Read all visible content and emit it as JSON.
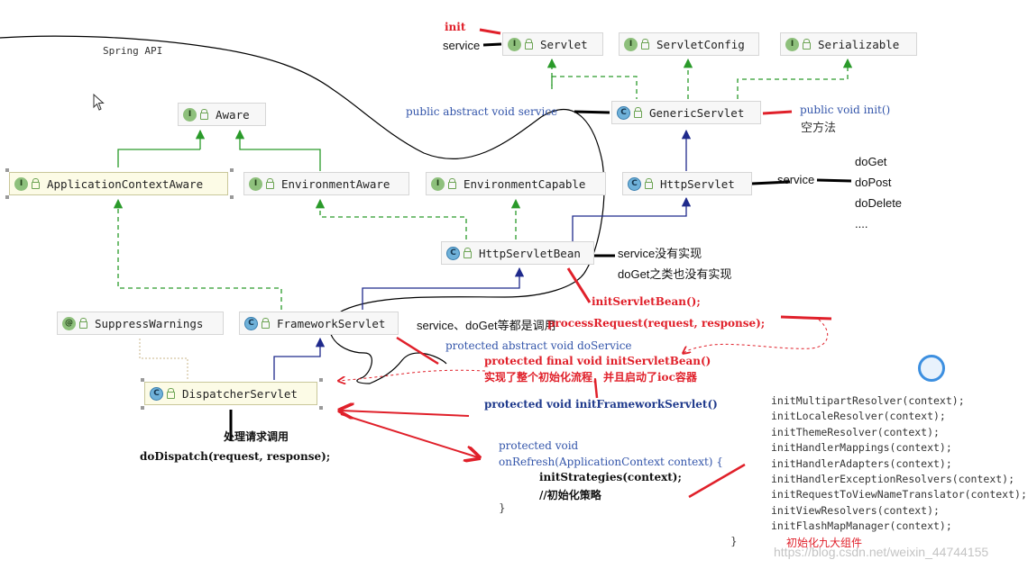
{
  "nodes": {
    "servlet": {
      "label": "Servlet",
      "kind": "I"
    },
    "servletconfig": {
      "label": "ServletConfig",
      "kind": "I"
    },
    "serializable": {
      "label": "Serializable",
      "kind": "I"
    },
    "genericservlet": {
      "label": "GenericServlet",
      "kind": "C"
    },
    "aware": {
      "label": "Aware",
      "kind": "I"
    },
    "applicationcontextaware": {
      "label": "ApplicationContextAware",
      "kind": "I"
    },
    "environmentaware": {
      "label": "EnvironmentAware",
      "kind": "I"
    },
    "environmentcapable": {
      "label": "EnvironmentCapable",
      "kind": "I"
    },
    "httpservlet": {
      "label": "HttpServlet",
      "kind": "C"
    },
    "httpservletbean": {
      "label": "HttpServletBean",
      "kind": "C"
    },
    "suppresswarnings": {
      "label": "SuppressWarnings",
      "kind": "@"
    },
    "frameworkservlet": {
      "label": "FrameworkServlet",
      "kind": "C"
    },
    "dispatcherservlet": {
      "label": "DispatcherServlet",
      "kind": "C"
    }
  },
  "annotations": {
    "spring_api": "Spring API",
    "init": "init",
    "service": "service",
    "public_abstract_void_service": "public abstract void service",
    "public_void_init": "public void init()",
    "empty_method": "空方法",
    "service2": "service",
    "doget": "doGet",
    "dopost": "doPost",
    "dodelete": "doDelete",
    "ellipsis": "....",
    "service_not_impl": "service没有实现",
    "doget_not_impl": "doGet之类也没有实现",
    "init_servlet_bean_call": "initServletBean();",
    "service_doget_calls": "service、doGet等都是调用",
    "process_request": "processRequest(request, response);",
    "protected_abstract_doservice": "protected abstract void doService",
    "protected_final_initservletbean": "protected final void initServletBean()",
    "init_flow_note": "实现了整个初始化流程，并且启动了ioc容器",
    "protected_initframeworkservlet": "protected void initFrameworkServlet()",
    "handle_request": "处理请求调用",
    "do_dispatch": "doDispatch(request, response);",
    "protected_void": "protected void",
    "on_refresh": "onRefresh(ApplicationContext context) {",
    "init_strategies": "initStrategies(context);",
    "init_strategy_comment": "//初始化策略",
    "close_brace": "}",
    "close_brace2": "}",
    "init_nine": "初始化九大组件",
    "watermark": "https://blog.csdn.net/weixin_44744155"
  },
  "init_methods": [
    "initMultipartResolver(context);",
    "initLocaleResolver(context);",
    "initThemeResolver(context);",
    "initHandlerMappings(context);",
    "initHandlerAdapters(context);",
    "initHandlerExceptionResolvers(context);",
    "initRequestToViewNameTranslator(context);",
    "initViewResolvers(context);",
    "initFlashMapManager(context);"
  ],
  "colors": {
    "implements": "#2a9a2a",
    "extends": "#1f2a8c",
    "annotation_red": "#e0202a",
    "code_blue": "#3355aa"
  }
}
